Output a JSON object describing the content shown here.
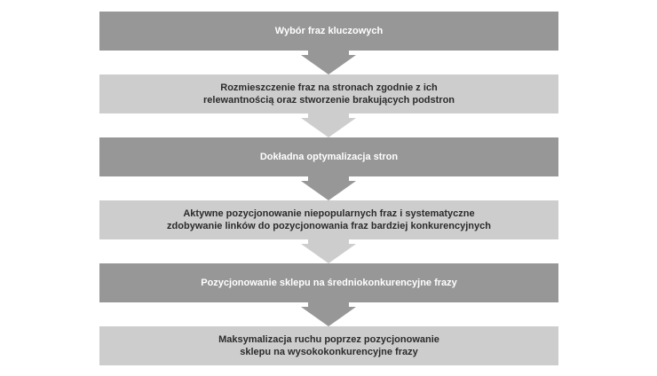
{
  "colors": {
    "dark": "#979797",
    "light": "#cdcdcd"
  },
  "steps": [
    {
      "label": "Wybór fraz kluczowych"
    },
    {
      "label": "Rozmieszczenie fraz na stronach zgodnie z ich\nrelewantnością oraz stworzenie brakujących podstron"
    },
    {
      "label": "Dokładna optymalizacja stron"
    },
    {
      "label": "Aktywne pozycjonowanie niepopularnych fraz i systematyczne\nzdobywanie linków do pozycjonowania fraz bardziej konkurencyjnych"
    },
    {
      "label": "Pozycjonowanie sklepu na średniokonkurencyjne frazy"
    },
    {
      "label": "Maksymalizacja ruchu poprzez pozycjonowanie\nsklepu na wysokokonkurencyjne frazy"
    }
  ]
}
